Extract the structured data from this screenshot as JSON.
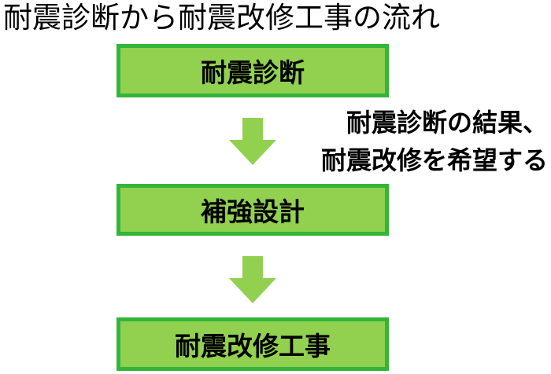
{
  "title": "耐震診断から耐震改修工事の流れ",
  "steps": [
    {
      "label": "耐震診断"
    },
    {
      "label": "補強設計"
    },
    {
      "label": "耐震改修工事"
    }
  ],
  "note": {
    "line1": "耐震診断の結果、",
    "line2": "耐震改修を希望する"
  },
  "colors": {
    "box_fill": "#92d050",
    "box_border": "#33b53a",
    "arrow": "#92d050"
  }
}
